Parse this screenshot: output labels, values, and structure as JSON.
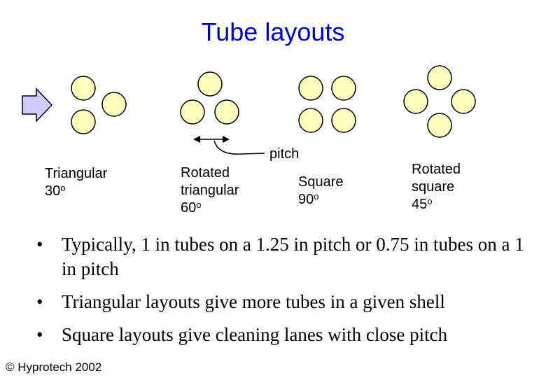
{
  "slide": {
    "title": "Tube layouts"
  },
  "layouts": [
    {
      "name": "Triangular",
      "angle": "30",
      "degree_symbol": "o"
    },
    {
      "name_line1": "Rotated",
      "name_line2": "triangular",
      "angle": "60",
      "degree_symbol": "o"
    },
    {
      "name": "Square",
      "angle": "90",
      "degree_symbol": "o"
    },
    {
      "name_line1": "Rotated",
      "name_line2": "square",
      "angle": "45",
      "degree_symbol": "o"
    }
  ],
  "pitch_label": "pitch",
  "bullets": [
    "Typically, 1 in tubes on a 1.25 in pitch or 0.75 in tubes on a 1 in pitch",
    "Triangular layouts give more tubes in a given shell",
    "Square layouts give cleaning lanes with close pitch"
  ],
  "bullet_marker": "•",
  "footer": {
    "copyright": "© Hyprotech 2002"
  },
  "colors": {
    "title": "#0000cc",
    "tube_fill": "#ffffc0",
    "arrow_fill": "#ccccff"
  },
  "icons": {
    "flow_arrow": "flow-direction-arrow-icon"
  }
}
